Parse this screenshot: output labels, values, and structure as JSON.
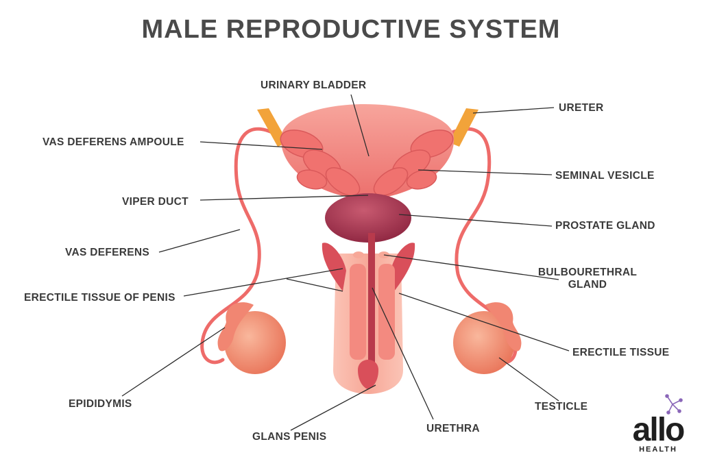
{
  "title": "MALE REPRODUCTIVE SYSTEM",
  "labels": {
    "urinary_bladder": "URINARY BLADDER",
    "ureter": "URETER",
    "vas_deferens_ampoule": "VAS DEFERENS AMPOULE",
    "seminal_vesicle": "SEMINAL VESICLE",
    "viper_duct": "VIPER DUCT",
    "prostate_gland": "PROSTATE GLAND",
    "vas_deferens": "VAS DEFERENS",
    "bulbourethral_gland_line1": "BULBOURETHRAL",
    "bulbourethral_gland_line2": "GLAND",
    "erectile_tissue_of_penis": "ERECTILE TISSUE OF PENIS",
    "erectile_tissue": "ERECTILE TISSUE",
    "epididymis": "EPIDIDYMIS",
    "testicle": "TESTICLE",
    "glans_penis": "GLANS PENIS",
    "urethra": "URETHRA"
  },
  "logo": {
    "word": "allo",
    "sub": "HEALTH"
  },
  "colors": {
    "tissue": "#f07a78",
    "tissue_light": "#f9b0a4",
    "bladder": "#f28a84",
    "prostate": "#a8344a",
    "ureter": "#f2a33a",
    "testicle": "#f4926e",
    "line": "#2b2b2b",
    "text": "#3a3a3a"
  }
}
